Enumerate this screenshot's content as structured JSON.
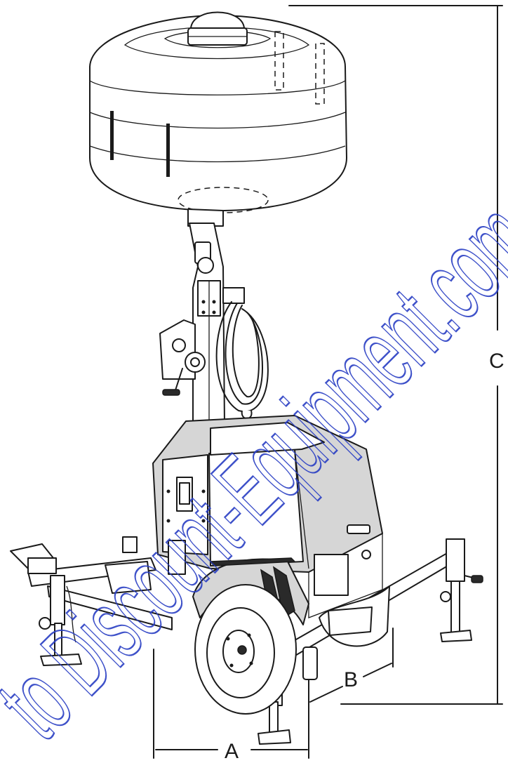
{
  "dimensions": {
    "a_label": "A",
    "b_label": "B",
    "c_label": "C"
  },
  "watermark": {
    "text": "to Discount-Equipment.com",
    "color": "#2a3fc4"
  },
  "colors": {
    "line": "#1a1a1a",
    "body_fill": "#d6d6d6",
    "background": "#ffffff"
  }
}
